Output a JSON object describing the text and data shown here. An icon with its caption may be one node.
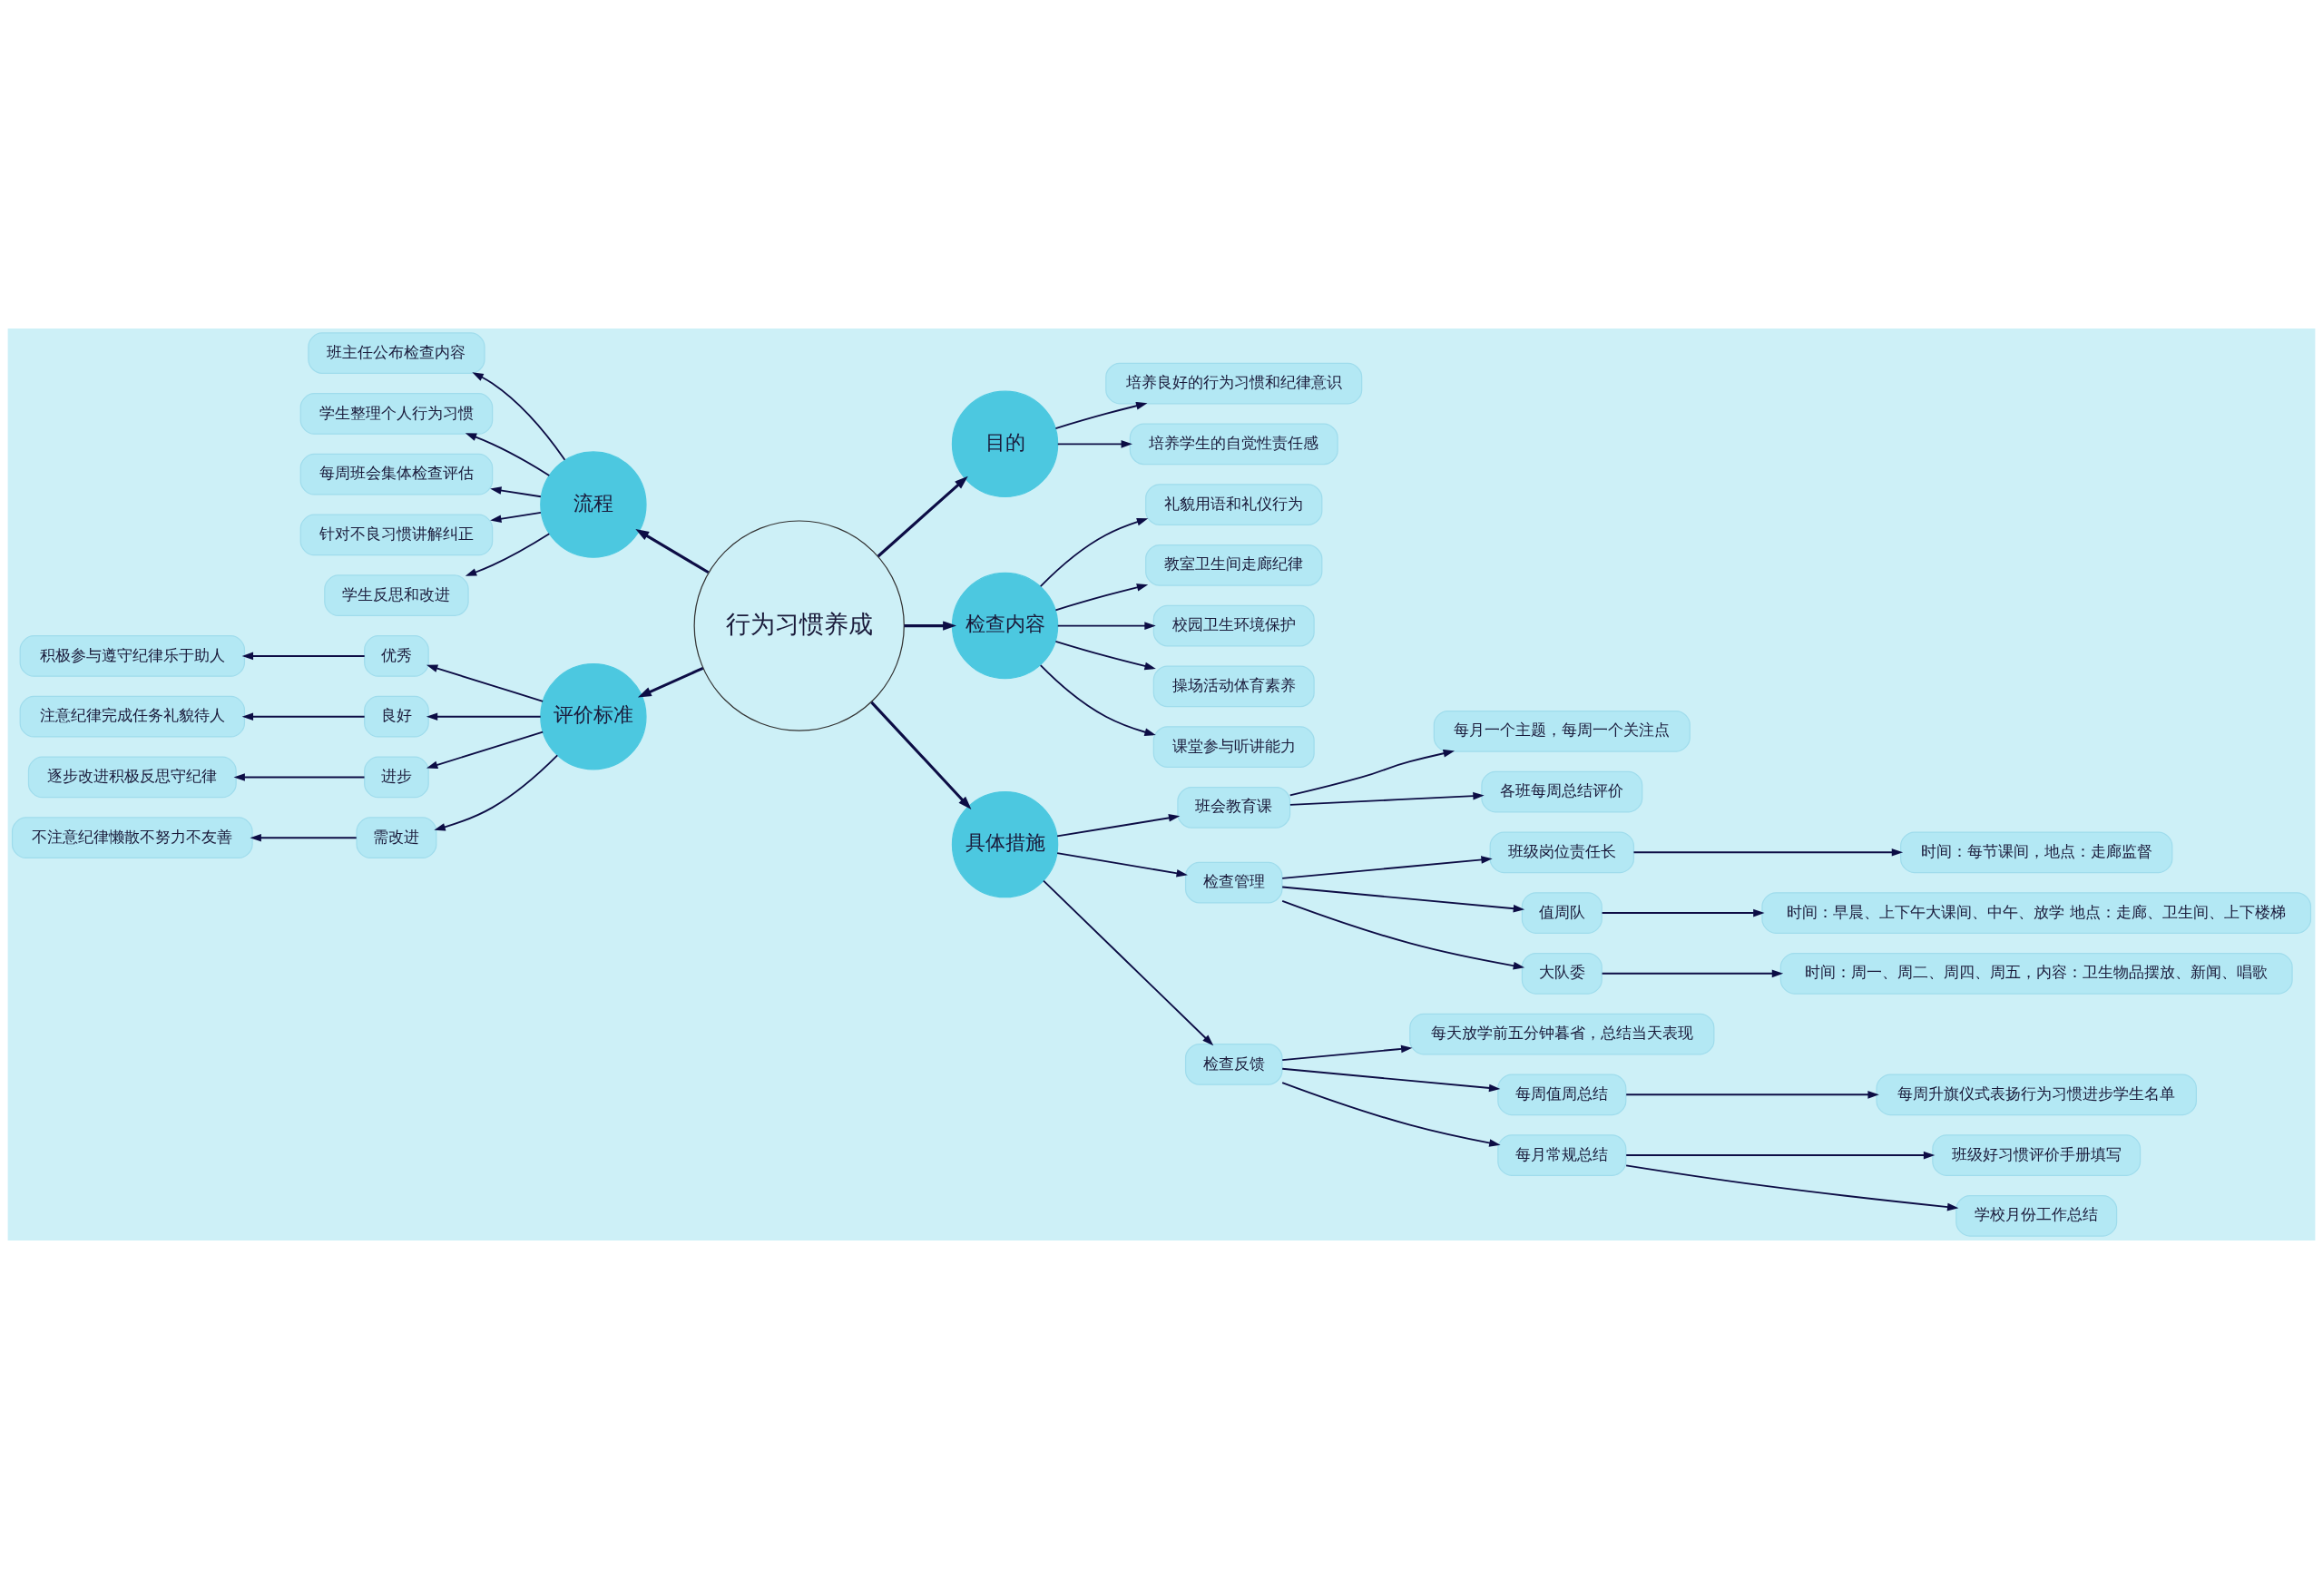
{
  "diagram": {
    "nodes": [
      {
        "text": [
          "行为习惯养成"
        ]
      },
      {
        "text": [
          "目的"
        ]
      },
      {
        "text": [
          "培养良好的行为习惯和纪律意识"
        ]
      },
      {
        "text": [
          "培养学生的自觉性责任感"
        ]
      },
      {
        "text": [
          "检查内容"
        ]
      },
      {
        "text": [
          "礼貌用语和礼仪行为"
        ]
      },
      {
        "text": [
          "教室卫生间走廊纪律"
        ]
      },
      {
        "text": [
          "校园卫生环境保护"
        ]
      },
      {
        "text": [
          "操场活动体育素养"
        ]
      },
      {
        "text": [
          "课堂参与听讲能力"
        ]
      },
      {
        "text": [
          "具体措施"
        ]
      },
      {
        "text": [
          "班会教育课"
        ]
      },
      {
        "text": [
          "每月一个主题，每周一个关注点"
        ]
      },
      {
        "text": [
          "各班每周总结评价"
        ]
      },
      {
        "text": [
          "检查管理"
        ]
      },
      {
        "text": [
          "班级岗位责任长"
        ]
      },
      {
        "text": [
          "时间：每节课间，地点：走廊监督"
        ]
      },
      {
        "text": [
          "值周队"
        ]
      },
      {
        "text": [
          "时间：早晨、上下午大课间、中午、放学 地点：走廊、卫生间、上下楼梯"
        ]
      },
      {
        "text": [
          "大队委"
        ]
      },
      {
        "text": [
          "时间：周一、周二、周四、周五，内容：卫生物品摆放、新闻、唱歌"
        ]
      },
      {
        "text": [
          "检查反馈"
        ]
      },
      {
        "text": [
          "每天放学前五分钟暮省，总结当天表现"
        ]
      },
      {
        "text": [
          "每周值周总结"
        ]
      },
      {
        "text": [
          "每周升旗仪式表扬行为习惯进步学生名单"
        ]
      },
      {
        "text": [
          "每月常规总结"
        ]
      },
      {
        "text": [
          "班级好习惯评价手册填写"
        ]
      },
      {
        "text": [
          "学校月份工作总结"
        ]
      },
      {
        "text": [
          "流程"
        ]
      },
      {
        "text": [
          "班主任公布检查内容"
        ]
      },
      {
        "text": [
          "学生整理个人行为习惯"
        ]
      },
      {
        "text": [
          "每周班会集体检查评估"
        ]
      },
      {
        "text": [
          "针对不良习惯讲解纠正"
        ]
      },
      {
        "text": [
          "学生反思和改进"
        ]
      },
      {
        "text": [
          "评价标准"
        ]
      },
      {
        "text": [
          "优秀"
        ]
      },
      {
        "text": [
          "积极参与遵守纪律乐于助人"
        ]
      },
      {
        "text": [
          "良好"
        ]
      },
      {
        "text": [
          "注意纪律完成任务礼貌待人"
        ]
      },
      {
        "text": [
          "进步"
        ]
      },
      {
        "text": [
          "逐步改进积极反思守纪律"
        ]
      },
      {
        "text": [
          "需改进"
        ]
      },
      {
        "text": [
          "不注意纪律懒散不努力不友善"
        ]
      }
    ],
    "edges": [
      {
        "from": 0,
        "to": 1,
        "arrow": "to"
      },
      {
        "from": 1,
        "to": 2,
        "arrow": "to"
      },
      {
        "from": 1,
        "to": 3,
        "arrow": "to"
      },
      {
        "from": 0,
        "to": 4,
        "arrow": "to"
      },
      {
        "from": 4,
        "to": 5,
        "arrow": "to"
      },
      {
        "from": 4,
        "to": 6,
        "arrow": "to"
      },
      {
        "from": 4,
        "to": 7,
        "arrow": "to"
      },
      {
        "from": 4,
        "to": 8,
        "arrow": "to"
      },
      {
        "from": 4,
        "to": 9,
        "arrow": "to"
      },
      {
        "from": 0,
        "to": 10,
        "arrow": "to"
      },
      {
        "from": 10,
        "to": 11,
        "arrow": "to"
      },
      {
        "from": 11,
        "to": 12,
        "arrow": "to"
      },
      {
        "from": 11,
        "to": 13,
        "arrow": "to"
      },
      {
        "from": 10,
        "to": 14,
        "arrow": "to"
      },
      {
        "from": 14,
        "to": 15,
        "arrow": "to"
      },
      {
        "from": 15,
        "to": 16,
        "arrow": "to"
      },
      {
        "from": 14,
        "to": 17,
        "arrow": "to"
      },
      {
        "from": 17,
        "to": 18,
        "arrow": "to"
      },
      {
        "from": 14,
        "to": 19,
        "arrow": "to"
      },
      {
        "from": 19,
        "to": 20,
        "arrow": "to"
      },
      {
        "from": 10,
        "to": 21,
        "arrow": "to"
      },
      {
        "from": 21,
        "to": 22,
        "arrow": "to"
      },
      {
        "from": 21,
        "to": 23,
        "arrow": "to"
      },
      {
        "from": 23,
        "to": 24,
        "arrow": "to"
      },
      {
        "from": 21,
        "to": 25,
        "arrow": "to"
      },
      {
        "from": 25,
        "to": 26,
        "arrow": "to"
      },
      {
        "from": 25,
        "to": 27,
        "arrow": "to"
      },
      {
        "from": 0,
        "to": 28,
        "arrow": "to"
      },
      {
        "from": 28,
        "to": 29,
        "arrow": "to"
      },
      {
        "from": 28,
        "to": 30,
        "arrow": "to"
      },
      {
        "from": 28,
        "to": 31,
        "arrow": "to"
      },
      {
        "from": 28,
        "to": 32,
        "arrow": "to"
      },
      {
        "from": 28,
        "to": 33,
        "arrow": "to"
      },
      {
        "from": 0,
        "to": 34,
        "arrow": "to"
      },
      {
        "from": 34,
        "to": 35,
        "arrow": "to"
      },
      {
        "from": 35,
        "to": 36,
        "arrow": "to"
      },
      {
        "from": 34,
        "to": 37,
        "arrow": "to"
      },
      {
        "from": 37,
        "to": 38,
        "arrow": "to"
      },
      {
        "from": 34,
        "to": 39,
        "arrow": "to"
      },
      {
        "from": 39,
        "to": 40,
        "arrow": "to"
      },
      {
        "from": 34,
        "to": 41,
        "arrow": "to"
      },
      {
        "from": 41,
        "to": 42,
        "arrow": "to"
      }
    ]
  }
}
